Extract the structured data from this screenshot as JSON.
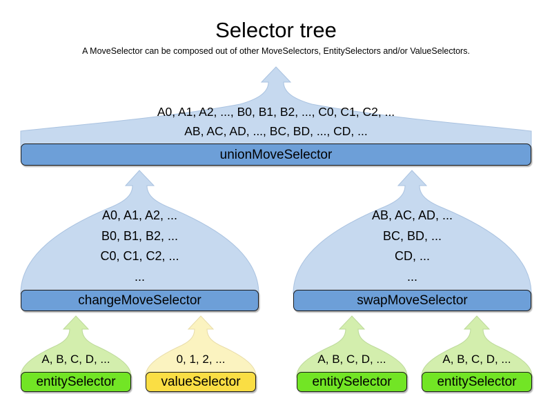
{
  "header": {
    "title": "Selector tree",
    "subtitle": "A MoveSelector can be composed out of other MoveSelectors, EntitySelectors and/or ValueSelectors."
  },
  "colors": {
    "fan_blue": "#c6d9ef",
    "fan_green": "#d3eead",
    "fan_yellow": "#fbf3c0",
    "bar_blue": "#6d9fd8",
    "bar_green": "#72e525",
    "bar_yellow": "#fade44",
    "stroke": "#1a1a1a",
    "fan_stroke_blue": "#a9c2e0",
    "fan_stroke_green": "#bcd99a",
    "fan_stroke_yellow": "#e8dca8",
    "background": "#ffffff"
  },
  "tree": {
    "root": {
      "label": "unionMoveSelector",
      "items": "A0, A1, A2, ..., B0, B1, B2, ..., C0, C1, C2, ...\nAB, AC, AD, ..., BC, BD, ..., CD, ..."
    },
    "branches": [
      {
        "label": "changeMoveSelector",
        "items": "A0, A1, A2, ...\nB0, B1, B2, ...\nC0, C1, C2, ...\n..."
      },
      {
        "label": "swapMoveSelector",
        "items": "AB, AC, AD, ...\nBC, BD, ...\nCD, ...\n..."
      }
    ],
    "leaves": [
      {
        "label": "entitySelector",
        "items": "A, B, C, D, ...",
        "kind": "entity"
      },
      {
        "label": "valueSelector",
        "items": "0, 1, 2, ...",
        "kind": "value"
      },
      {
        "label": "entitySelector",
        "items": "A, B, C, D, ...",
        "kind": "entity"
      },
      {
        "label": "entitySelector",
        "items": "A, B, C, D, ...",
        "kind": "entity"
      }
    ]
  }
}
